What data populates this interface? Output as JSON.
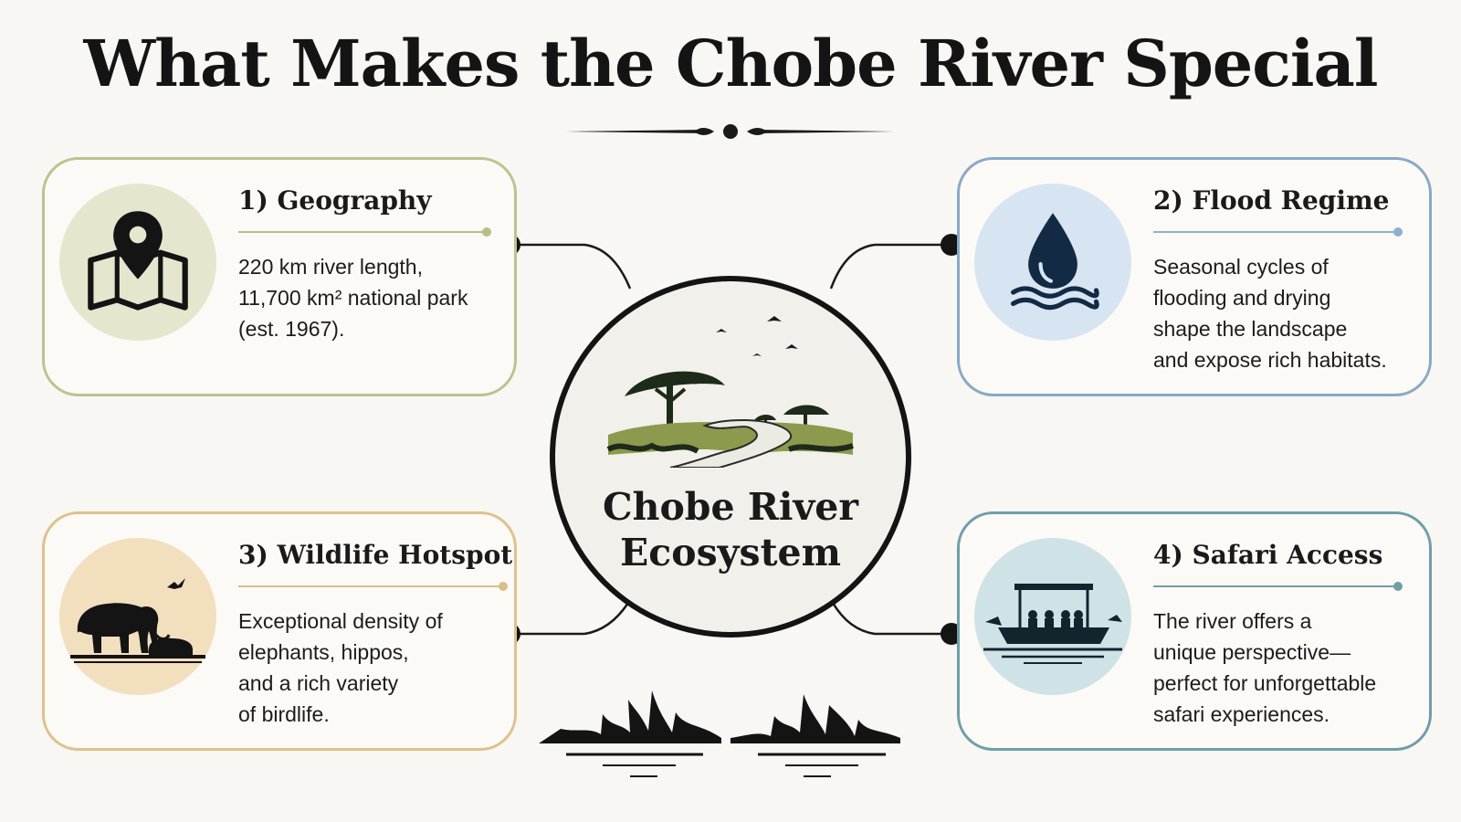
{
  "title": "What Makes the Chobe River Special",
  "hub": {
    "title_line1": "Chobe River",
    "title_line2": "Ecosystem"
  },
  "cards": [
    {
      "heading": "1) Geography",
      "lines": [
        "220 km river length,",
        "11,700 km² national park",
        "(est. 1967)."
      ],
      "icon": "map-pin-icon"
    },
    {
      "heading": "2) Flood Regime",
      "lines": [
        "Seasonal cycles of",
        "flooding and drying",
        "shape the landscape",
        "and expose rich habitats."
      ],
      "icon": "water-drop-icon"
    },
    {
      "heading": "3) Wildlife Hotspot",
      "lines": [
        "Exceptional density of",
        "elephants, hippos,",
        "and a rich variety",
        "of birdlife."
      ],
      "icon": "elephant-hippo-icon"
    },
    {
      "heading": "4) Safari Access",
      "lines": [
        "The river offers a",
        "unique perspective—",
        "perfect for unforgettable",
        "safari experiences."
      ],
      "icon": "safari-boat-icon"
    }
  ],
  "colors": {
    "geography": "#bdc290",
    "flood": "#8aa8c6",
    "wildlife": "#ddc28e",
    "safari": "#6f9ea8",
    "ink": "#141414"
  }
}
